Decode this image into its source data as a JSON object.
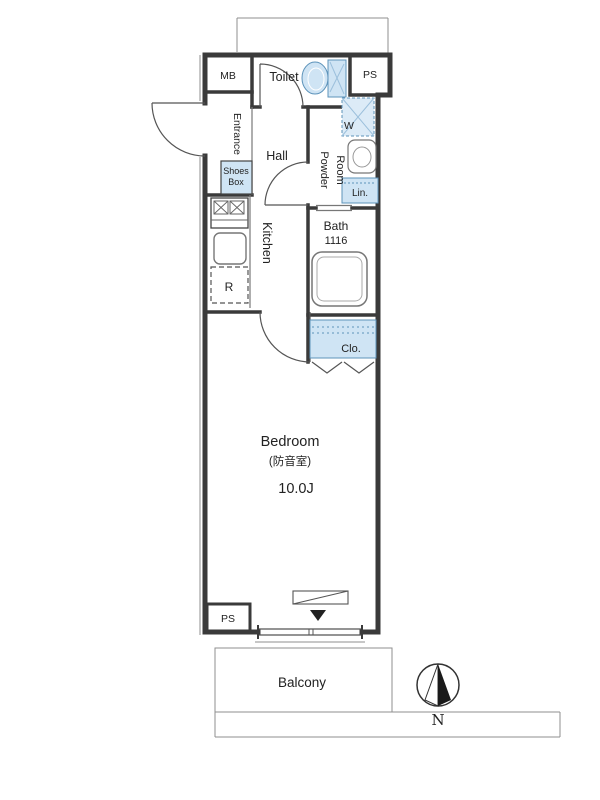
{
  "plan": {
    "type": "apartment-floor-plan",
    "labels": {
      "mb": "MB",
      "toilet": "Toilet",
      "ps_top": "PS",
      "entrance": "Entrance",
      "shoes_line1": "Shoes",
      "shoes_line2": "Box",
      "hall": "Hall",
      "washer": "W",
      "powder_line1": "Powder",
      "powder_line2": "Room",
      "linen": "Lin.",
      "kitchen": "Kitchen",
      "bath": "Bath",
      "bath_size": "1116",
      "fridge": "R",
      "closet": "Clo.",
      "bedroom": "Bedroom",
      "bedroom_note": "(防音室)",
      "bedroom_area": "10.0J",
      "ps_bottom": "PS",
      "balcony": "Balcony",
      "north": "N"
    },
    "colors": {
      "wall": "#3a3a3a",
      "thin_line": "#8f8f8f",
      "fixture_fill": "#cfe4f4",
      "fixture_stroke": "#5d93ba",
      "text": "#222222",
      "needle": "#1a1a1a"
    }
  }
}
